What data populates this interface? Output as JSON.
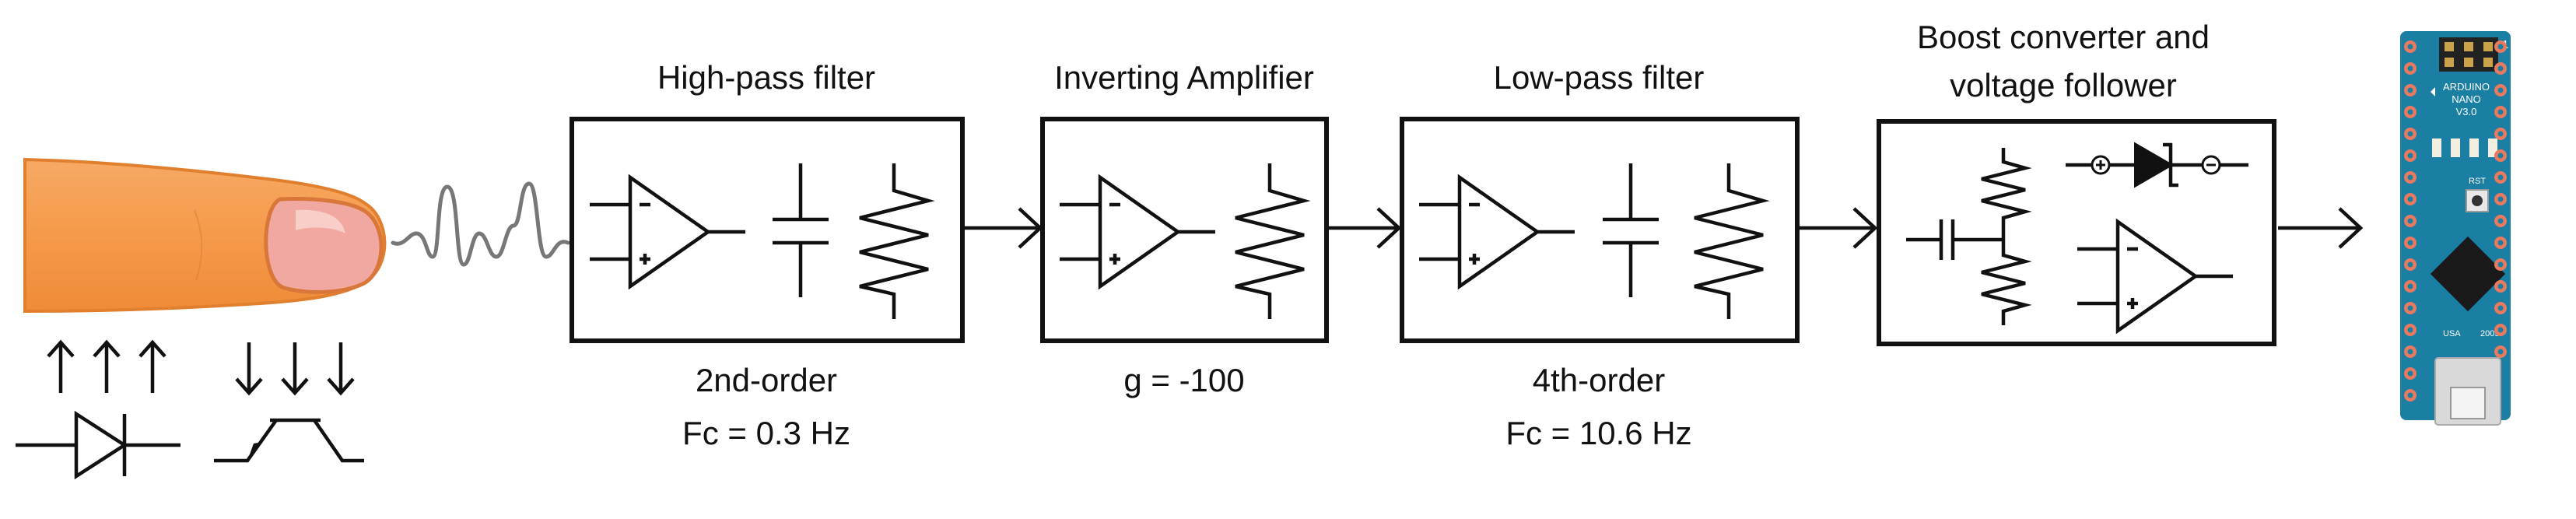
{
  "blocks": [
    {
      "title": "High-pass filter",
      "lines": [
        "2nd-order",
        "Fc = 0.3 Hz"
      ]
    },
    {
      "title": "Inverting Amplifier",
      "lines": [
        "g = -100"
      ]
    },
    {
      "title": "Low-pass filter",
      "lines": [
        "4th-order",
        "Fc = 10.6 Hz"
      ]
    },
    {
      "title_lines": [
        "Boost converter and",
        "voltage follower"
      ]
    }
  ],
  "arduino": {
    "label_lines": [
      "ARDUINO",
      "NANO",
      "V3.0"
    ],
    "reset_label": "RST",
    "country": "USA",
    "year": "2009",
    "pin_label": "1"
  },
  "colors": {
    "finger": "#f59a4a",
    "finger_outline": "#e07f2e",
    "nail": "#f2a8a0",
    "board": "#1a7fa3",
    "pad": "#e9795f",
    "chip": "#1a1a1a",
    "line": "#111111",
    "signal": "#777777"
  },
  "icons": [
    "finger-icon",
    "led-emitter-icon",
    "phototransistor-icon",
    "op-amp-icon",
    "capacitor-icon",
    "resistor-icon",
    "zener-diode-icon",
    "arduino-nano-icon"
  ]
}
